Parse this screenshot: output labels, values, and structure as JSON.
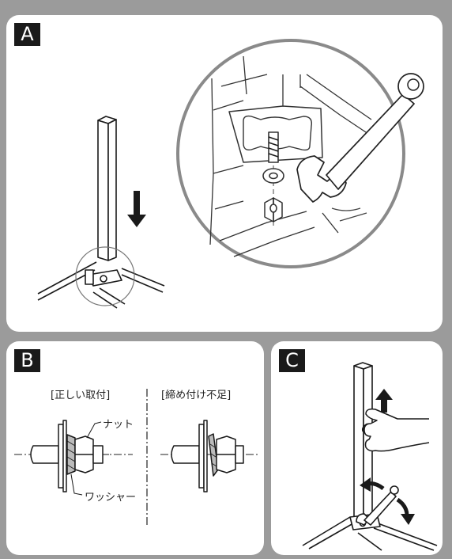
{
  "panels": {
    "a": {
      "badge": "A"
    },
    "b": {
      "badge": "B",
      "caption_correct": "[正しい取付]",
      "caption_insufficient": "[締め付け不足]",
      "label_nut": "ナット",
      "label_washer": "ワッシャー"
    },
    "c": {
      "badge": "C"
    }
  }
}
